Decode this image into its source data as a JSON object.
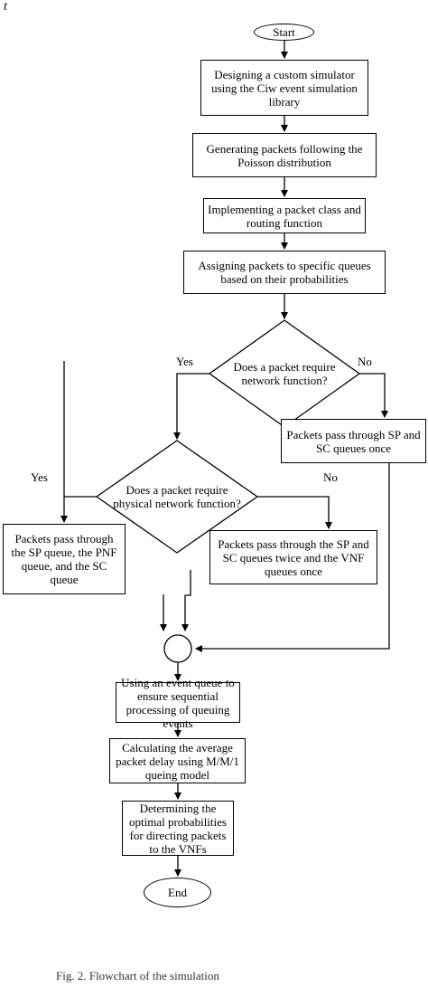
{
  "top_mark": "t",
  "start": "Start",
  "end": "End",
  "steps": {
    "design": "Designing a custom simulator using the Ciw event simulation library",
    "generate": "Generating packets following the Poisson distribution",
    "implement": "Implementing a packet class and routing function",
    "assign": "Assigning packets to specific queues based on their probabilities",
    "nf_once": "Packets pass through SP and SC queues once",
    "pnf_path": "Packets pass through the SP queue, the PNF queue, and the SC queue",
    "vnf_path": "Packets pass through the SP and SC queues twice and the VNF queues once",
    "event_queue": "Using an event queue to ensure sequential processing of queuing events",
    "calc_delay": "Calculating the average packet delay using M/M/1 queing model",
    "optimal": "Determining the optimal probabilities for directing packets to the VNFs"
  },
  "decisions": {
    "network_function": "Does a packet require network function?",
    "physical_function": "Does a packet require physical network function?"
  },
  "branch_labels": {
    "d1_yes": "Yes",
    "d1_no": "No",
    "d2_yes": "Yes",
    "d2_no": "No"
  },
  "caption": "Fig. 2. Flowchart of the simulation"
}
